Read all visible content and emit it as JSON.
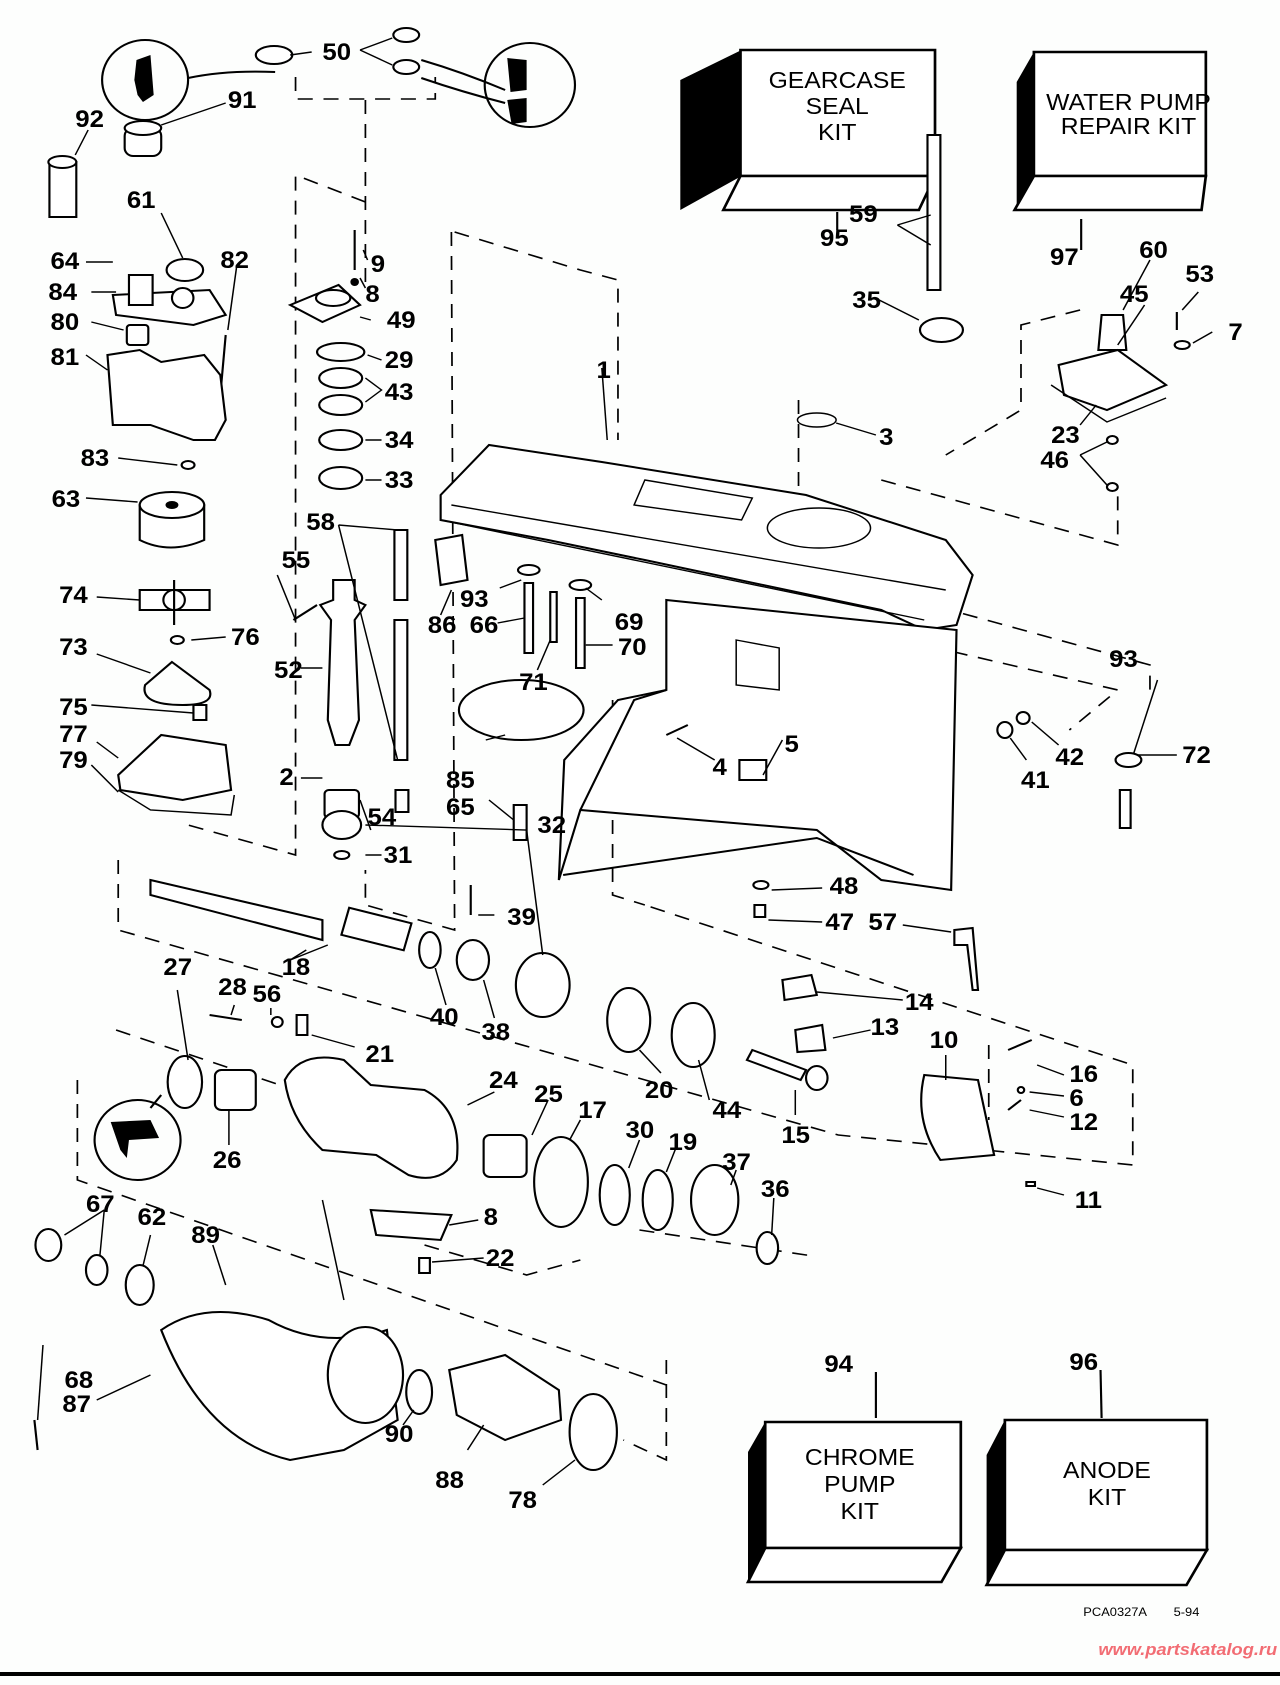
{
  "title": "Gearcase exploded parts diagram",
  "kits": [
    {
      "id": "95",
      "lines": [
        "GEARCASE",
        "SEAL",
        "KIT"
      ]
    },
    {
      "id": "97",
      "lines": [
        "WATER PUMP",
        "REPAIR KIT"
      ]
    },
    {
      "id": "94",
      "lines": [
        "CHROME",
        "PUMP",
        "KIT"
      ]
    },
    {
      "id": "96",
      "lines": [
        "ANODE",
        "KIT"
      ]
    }
  ],
  "callouts": [
    "1",
    "2",
    "3",
    "4",
    "5",
    "6",
    "7",
    "8",
    "9",
    "10",
    "11",
    "12",
    "13",
    "14",
    "15",
    "16",
    "17",
    "18",
    "19",
    "20",
    "21",
    "22",
    "23",
    "24",
    "25",
    "26",
    "27",
    "28",
    "29",
    "30",
    "31",
    "32",
    "33",
    "34",
    "35",
    "36",
    "37",
    "38",
    "39",
    "40",
    "41",
    "42",
    "43",
    "44",
    "45",
    "46",
    "47",
    "48",
    "49",
    "50",
    "52",
    "53",
    "54",
    "55",
    "56",
    "57",
    "58",
    "59",
    "60",
    "61",
    "62",
    "63",
    "64",
    "65",
    "66",
    "67",
    "68",
    "69",
    "70",
    "71",
    "72",
    "73",
    "74",
    "75",
    "76",
    "77",
    "78",
    "79",
    "80",
    "81",
    "82",
    "83",
    "84",
    "85",
    "86",
    "87",
    "88",
    "89",
    "90",
    "91",
    "92",
    "93",
    "94",
    "95",
    "96",
    "97"
  ],
  "footer": {
    "drawing_code": "PCA0327A",
    "date": "5-94",
    "watermark": "www.partskatalog.ru"
  }
}
